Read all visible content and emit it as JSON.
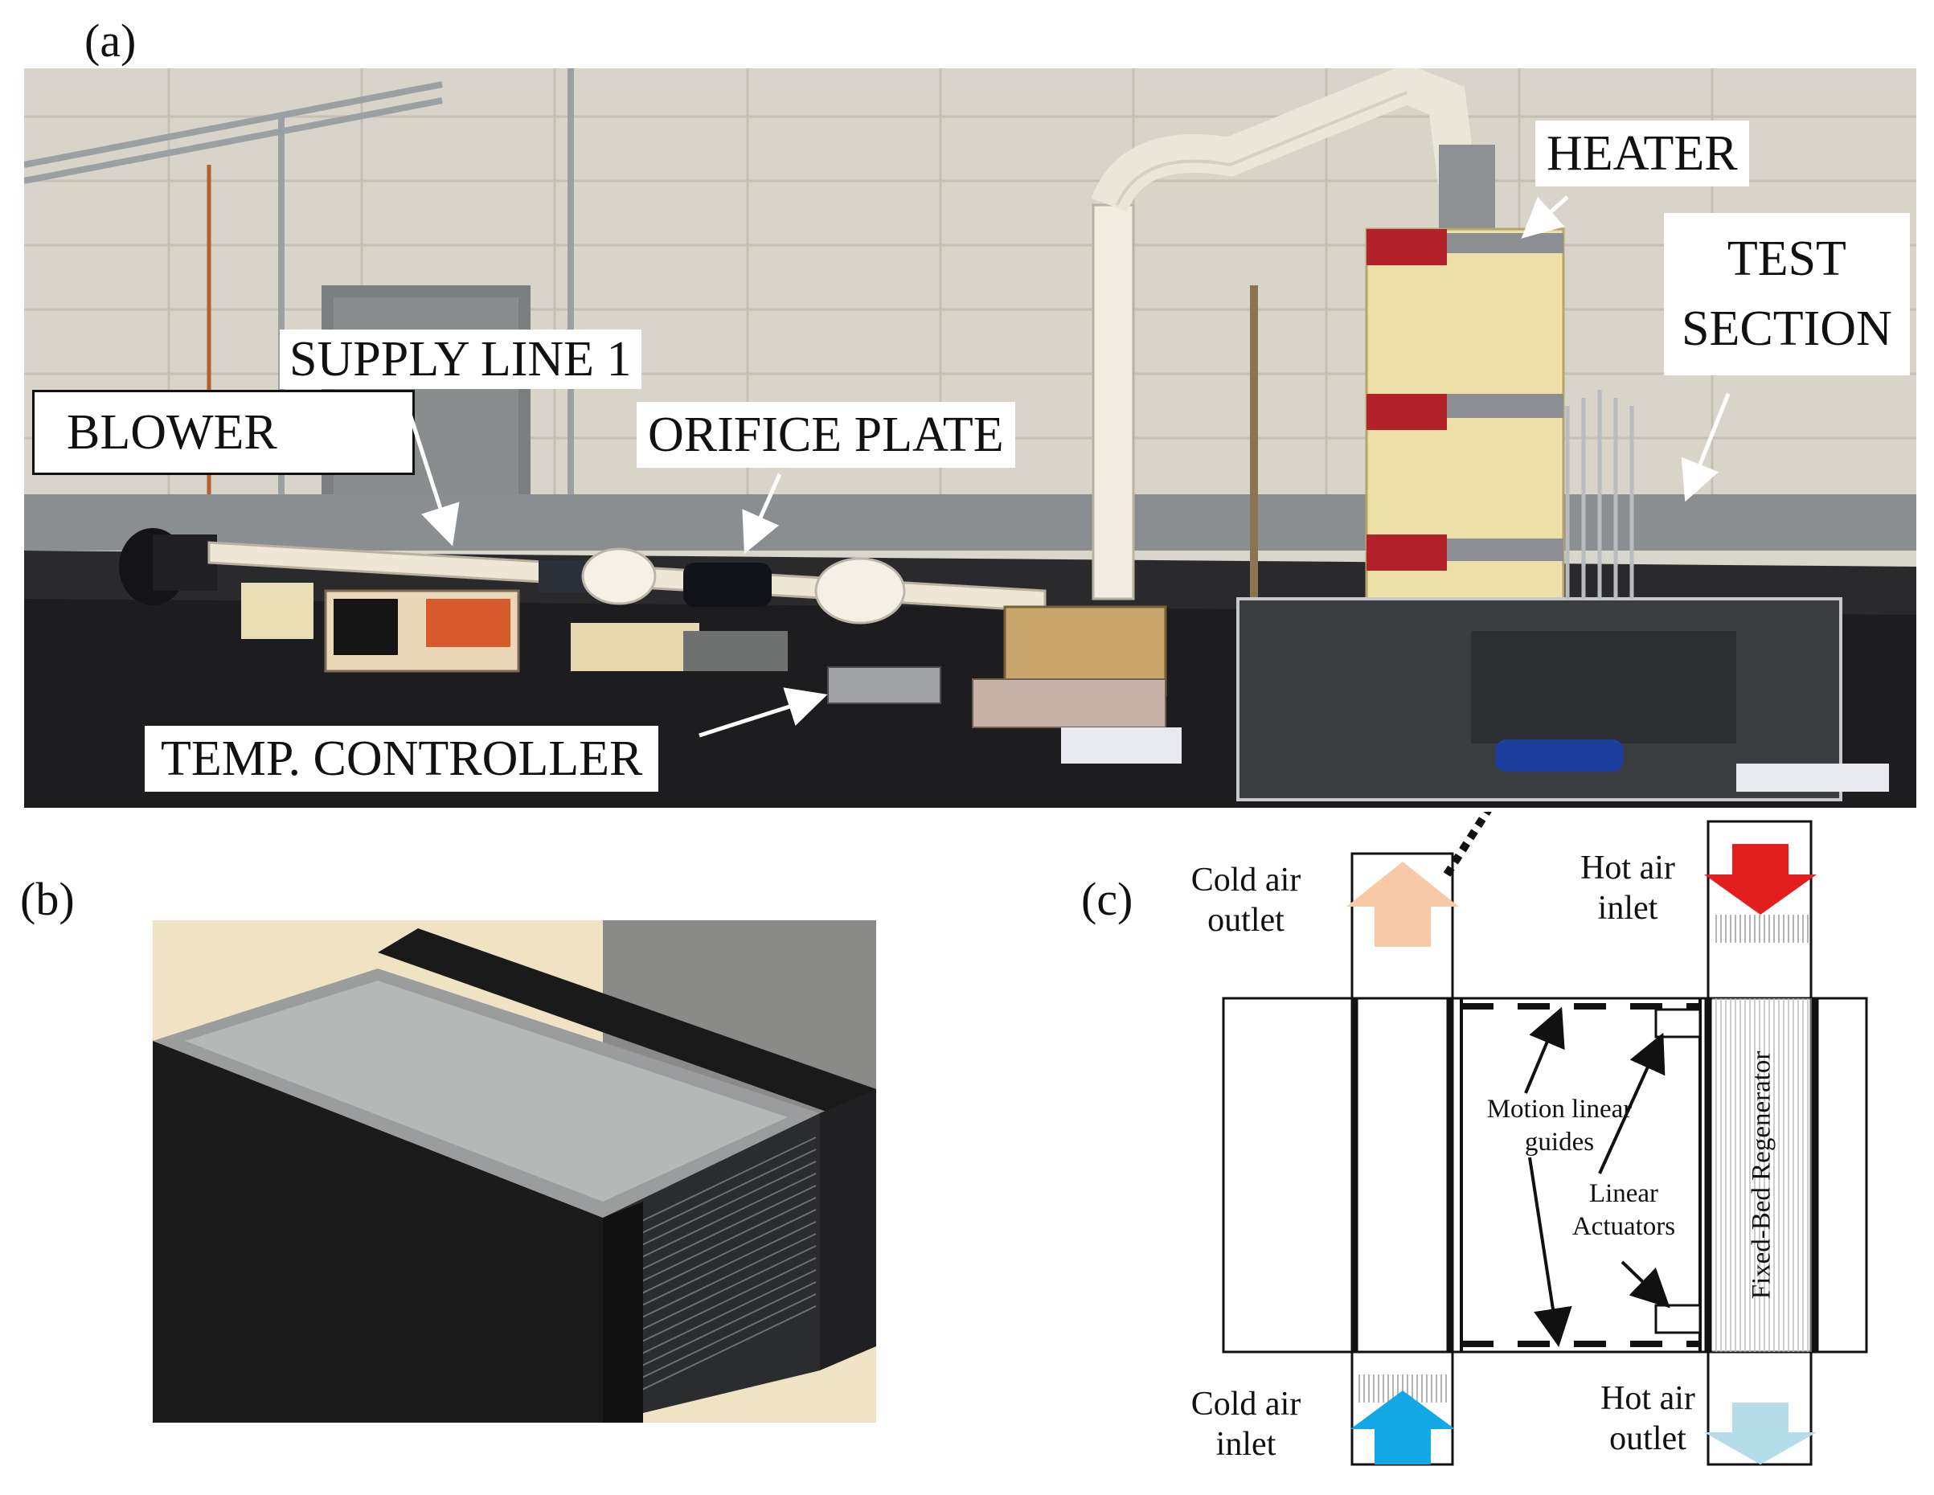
{
  "panels": {
    "a": {
      "label": "(a)",
      "callouts": {
        "blower": "BLOWER",
        "supply_line": "SUPPLY LINE 1",
        "orifice_plate": "ORIFICE PLATE",
        "heater": "HEATER",
        "test_section_line1": "TEST",
        "test_section_line2": "SECTION",
        "temp_controller": "TEMP. CONTROLLER"
      }
    },
    "b": {
      "label": "(b)"
    },
    "c": {
      "label": "(c)",
      "cold_air_outlet": [
        "Cold air",
        "outlet"
      ],
      "hot_air_inlet": [
        "Hot air",
        "inlet"
      ],
      "cold_air_inlet": [
        "Cold air",
        "inlet"
      ],
      "hot_air_outlet": [
        "Hot air",
        "outlet"
      ],
      "motion_linear_guides": [
        "Motion linear",
        "guides"
      ],
      "linear_actuators": [
        "Linear",
        "Actuators"
      ],
      "regenerator": "Fixed-Bed Regenerator"
    }
  },
  "colors": {
    "cold_outlet_arrow": "#f7c9a6",
    "hot_inlet_arrow": "#e31e1e",
    "cold_inlet_arrow": "#12a8e6",
    "hot_outlet_arrow": "#b5dde9"
  }
}
